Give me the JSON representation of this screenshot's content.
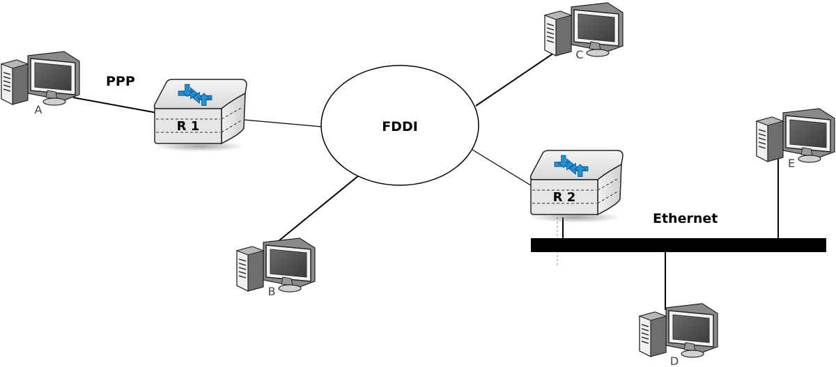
{
  "diagram": {
    "networks": {
      "ppp": "PPP",
      "fddi": "FDDI",
      "ethernet": "Ethernet"
    },
    "routers": [
      {
        "id": "r1",
        "label": "R 1"
      },
      {
        "id": "r2",
        "label": "R 2"
      }
    ],
    "hosts": [
      {
        "id": "a",
        "label": "A"
      },
      {
        "id": "b",
        "label": "B"
      },
      {
        "id": "c",
        "label": "C"
      },
      {
        "id": "d",
        "label": "D"
      },
      {
        "id": "e",
        "label": "E"
      }
    ],
    "colors": {
      "router_logo": "#1e90d8",
      "router_body": "#e4e4e4",
      "computer_dark": "#555555",
      "computer_screen": "#4a4a4a",
      "bus": "#000000"
    }
  }
}
